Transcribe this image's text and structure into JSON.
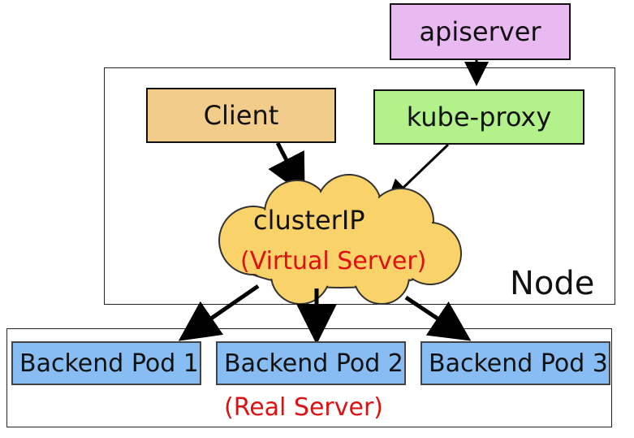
{
  "nodes": {
    "apiserver": {
      "label": "apiserver",
      "color": "#e9b9f2"
    },
    "client": {
      "label": "Client",
      "color": "#f2cc8a"
    },
    "kube_proxy": {
      "label": "kube-proxy",
      "color": "#b3f28a"
    },
    "cluster_ip": {
      "label": "clusterIP",
      "sublabel": "(Virtual Server)",
      "color": "#fad26a"
    },
    "pods": [
      {
        "label": "Backend Pod 1"
      },
      {
        "label": "Backend Pod 2"
      },
      {
        "label": "Backend Pod 3"
      }
    ],
    "pod_color": "#87bdf2"
  },
  "groups": {
    "node": {
      "label": "Node"
    },
    "real_server": {
      "label": "(Real Server)",
      "color": "#e01010"
    }
  },
  "edges": [
    {
      "from": "apiserver",
      "to": "kube-proxy"
    },
    {
      "from": "Client",
      "to": "clusterIP"
    },
    {
      "from": "kube-proxy",
      "to": "clusterIP"
    },
    {
      "from": "clusterIP",
      "to": "Backend Pod 1"
    },
    {
      "from": "clusterIP",
      "to": "Backend Pod 2"
    },
    {
      "from": "clusterIP",
      "to": "Backend Pod 3"
    }
  ]
}
